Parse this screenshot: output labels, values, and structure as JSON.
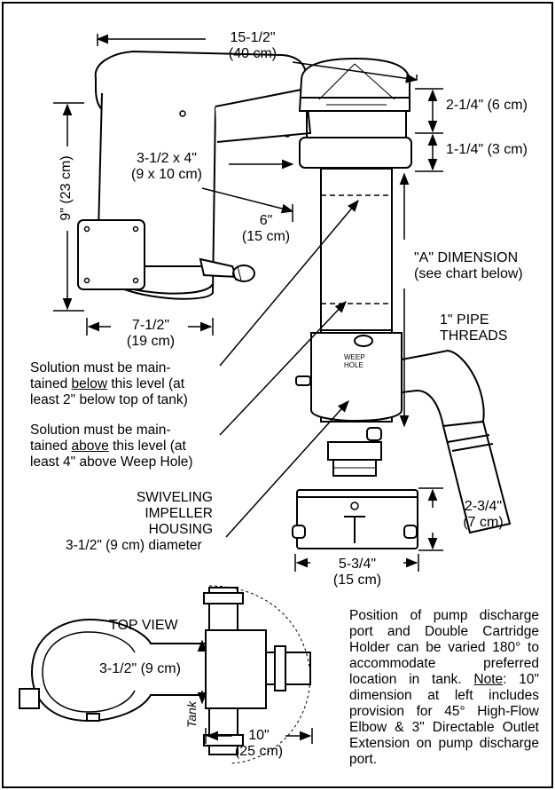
{
  "dimensions": {
    "overall_length": "15-1/2\"",
    "overall_length_cm": "(40 cm)",
    "top_height": "2-1/4\" (6 cm)",
    "collar_height": "1-1/4\" (3 cm)",
    "motor_height": "9\" (23 cm)",
    "motor_box": "3-1/2 x 4\"",
    "motor_box_cm": "(9 x 10 cm)",
    "arm_gap": "6\"",
    "arm_gap_cm": "(15 cm)",
    "a_dimension": "\"A\" DIMENSION",
    "a_dimension_note": "(see chart below)",
    "motor_width": "7-1/2\"",
    "motor_width_cm": "(19 cm)",
    "pipe_threads_1": "1\" PIPE",
    "pipe_threads_2": "THREADS",
    "weep_hole_1": "WEEP",
    "weep_hole_2": "HOLE",
    "holder_height": "2-3/4\"",
    "holder_height_cm": "(7 cm)",
    "holder_width": "5-3/4\"",
    "holder_width_cm": "(15 cm)",
    "top_view_width": "3-1/2\" (9 cm)",
    "top_view_length": "10\"",
    "top_view_length_cm": "(25 cm)"
  },
  "notes": {
    "below_1": "Solution must be main-",
    "below_2_pre": "tained ",
    "below_2_u": "below",
    "below_2_post": " this level (at",
    "below_3": "least 2\" below top of tank)",
    "above_1": "Solution must be main-",
    "above_2_pre": "tained ",
    "above_2_u": "above",
    "above_2_post": " this level (at",
    "above_3": "least 4\" above Weep Hole)",
    "swivel_1": "SWIVELING",
    "swivel_2": "IMPELLER",
    "swivel_3": "HOUSING",
    "swivel_4": "3-1/2\" (9 cm) diameter"
  },
  "top_view": {
    "title": "TOP VIEW",
    "tank": "Tank"
  },
  "description": {
    "text_1": "Position of pump discharge port and Double Cartridge Holder can be varied 180° to accommodate preferred location in tank. ",
    "note_label": "Note",
    "text_2": ": 10\" dimension at left includes provision for 45° High-Flow Elbow & 3\" Directable Outlet Extension on pump discharge port."
  }
}
